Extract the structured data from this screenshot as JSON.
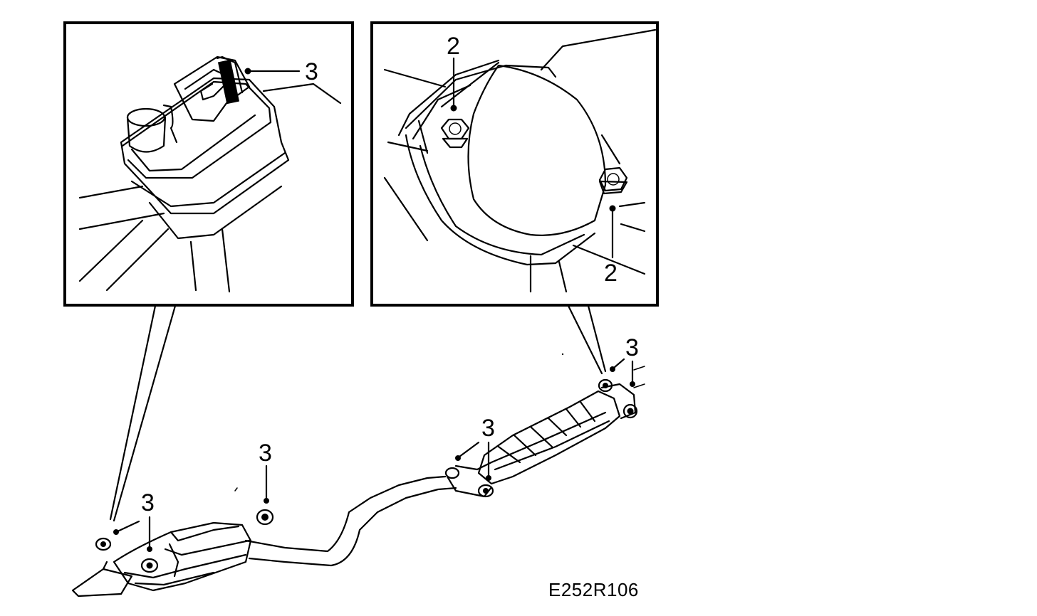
{
  "diagram": {
    "reference_code": "E252R106",
    "callouts": {
      "detail_left_clip": "3",
      "detail_right_nut_top": "2",
      "detail_right_nut_bottom": "2",
      "rear_hanger_left": "3",
      "rear_hanger_mid": "3",
      "center_hanger": "3",
      "front_hanger_top": "3"
    },
    "parts": [
      {
        "id": "2",
        "name": "nut-icon"
      },
      {
        "id": "3",
        "name": "rubber-hanger-icon"
      }
    ],
    "line_color": "#000000",
    "background": "#ffffff"
  }
}
